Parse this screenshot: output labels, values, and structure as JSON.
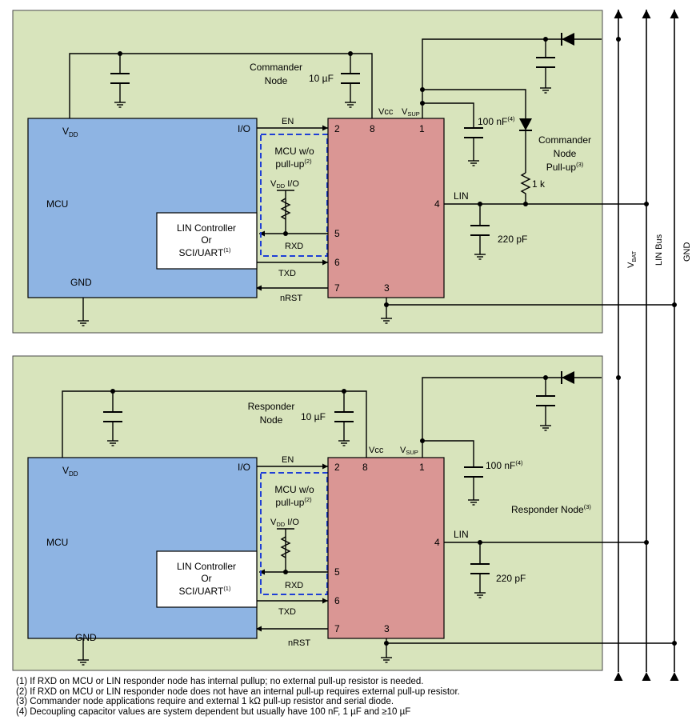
{
  "commander": {
    "node_label_1": "Commander",
    "node_label_2": "Node",
    "cap_10uF": "10 µF",
    "vcc": "Vcc",
    "vsup": "V",
    "vsup_sub": "SUP",
    "cap_100nF": "100 nF",
    "cap_100nF_note": "(4)",
    "pullup_1": "Commander",
    "pullup_2": "Node",
    "pullup_3": "Pull-up",
    "pullup_note": "(3)",
    "resistor": "1 k",
    "lin": "LIN",
    "cap_220pF": "220 pF"
  },
  "responder": {
    "node_label_1": "Responder",
    "node_label_2": "Node",
    "cap_10uF": "10 µF",
    "vcc": "Vcc",
    "vsup": "V",
    "vsup_sub": "SUP",
    "cap_100nF": "100 nF",
    "cap_100nF_note": "(4)",
    "node_title": "Responder Node",
    "node_title_note": "(3)",
    "lin": "LIN",
    "cap_220pF": "220 pF"
  },
  "mcu": {
    "vdd": "V",
    "vdd_sub": "DD",
    "label": "MCU",
    "gnd": "GND",
    "io": "I/O",
    "controller_1": "LIN Controller",
    "controller_2": "Or",
    "controller_3": "SCI/UART",
    "controller_note": "(1)"
  },
  "pullup_box": {
    "line_1": "MCU w/o",
    "line_2": "pull-up",
    "line_2_note": "(2)",
    "vdd": "V",
    "vdd_sub": "DD",
    "io": " I/O"
  },
  "signals": {
    "en": "EN",
    "rxd": "RXD",
    "txd": "TXD",
    "nrst": "nRST"
  },
  "pins": {
    "p2": "2",
    "p8": "8",
    "p1": "1",
    "p4": "4",
    "p5": "5",
    "p6": "6",
    "p7": "7",
    "p3": "3"
  },
  "bus": {
    "vbat": "V",
    "vbat_sub": "BAT",
    "lin_bus": "LIN Bus",
    "gnd": "GND"
  },
  "notes": [
    "(1) If RXD on MCU or LIN responder node has internal pullup; no external pull-up resistor is needed.",
    "(2) If RXD on MCU or LIN responder node does not have an internal pull-up requires external pull-up resistor.",
    "(3) Commander node applications require and external 1 kΩ pull-up resistor and serial diode.",
    "(4) Decoupling capacitor values are system dependent but usually have 100 nF, 1 µF and ≥10 µF"
  ],
  "colors": {
    "node_background": "#d8e4bc",
    "mcu_fill": "#8eb4e3",
    "transceiver_fill": "#da9694",
    "controller_fill": "#ffffff",
    "dashed_box": "#1f3fd6",
    "wire": "#000000"
  }
}
